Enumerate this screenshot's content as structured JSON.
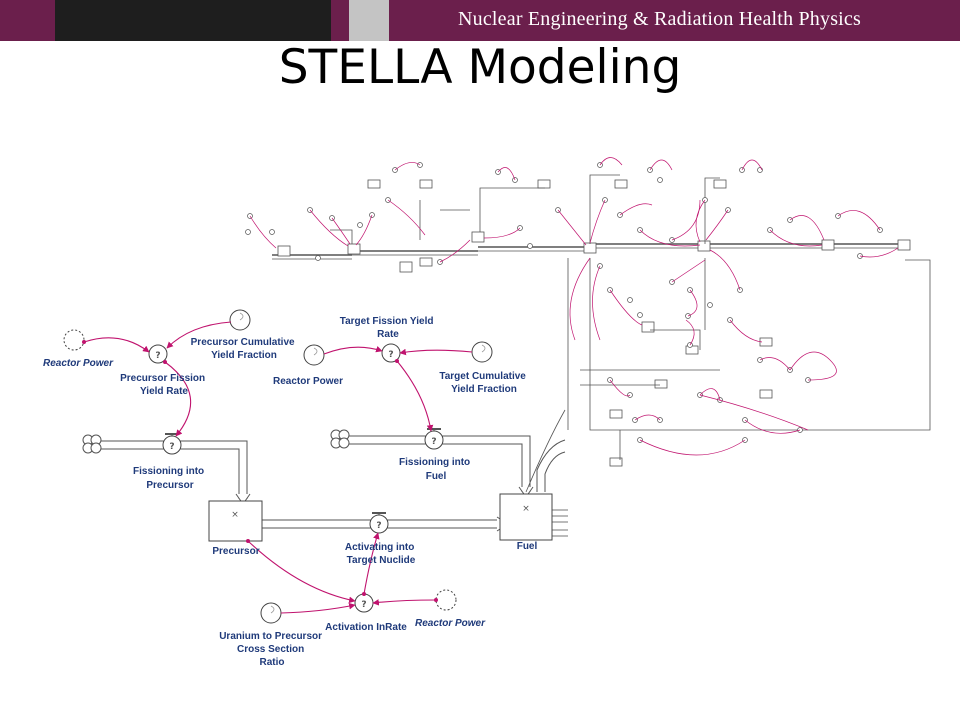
{
  "header": {
    "department": "Nuclear Engineering & Radiation Health Physics",
    "title": "STELLA Modeling"
  },
  "model": {
    "labels": {
      "reactor_power_1": "Reactor Power",
      "precursor_cumulative_yield_fraction": [
        "Precursor Cumulative",
        "Yield Fraction"
      ],
      "precursor_fission_yield_rate": [
        "Precursor Fission",
        "Yield Rate"
      ],
      "target_fission_yield_rate": [
        "Target Fission Yield",
        "Rate"
      ],
      "reactor_power_2": "Reactor Power",
      "target_cumulative_yield_fraction": [
        "Target Cumulative",
        "Yield Fraction"
      ],
      "fissioning_into_precursor": [
        "Fissioning into",
        "Precursor"
      ],
      "fissioning_into_fuel": [
        "Fissioning into",
        "Fuel"
      ],
      "precursor": "Precursor",
      "fuel": "Fuel",
      "activating_into_target_nuclide": [
        "Activating into",
        "Target Nuclide"
      ],
      "uranium_to_precursor_cross_section_ratio": [
        "Uranium to Precursor",
        "Cross Section",
        "Ratio"
      ],
      "activation_inrate": "Activation InRate",
      "reactor_power_3": "Reactor Power"
    },
    "symbols": {
      "converter_mark": "?",
      "stock_mark": "×",
      "source_sink": "cloud"
    },
    "colors": {
      "connector": "#c0136e",
      "label": "#1f3a7a",
      "header_bar": "#6b1f4c"
    }
  }
}
